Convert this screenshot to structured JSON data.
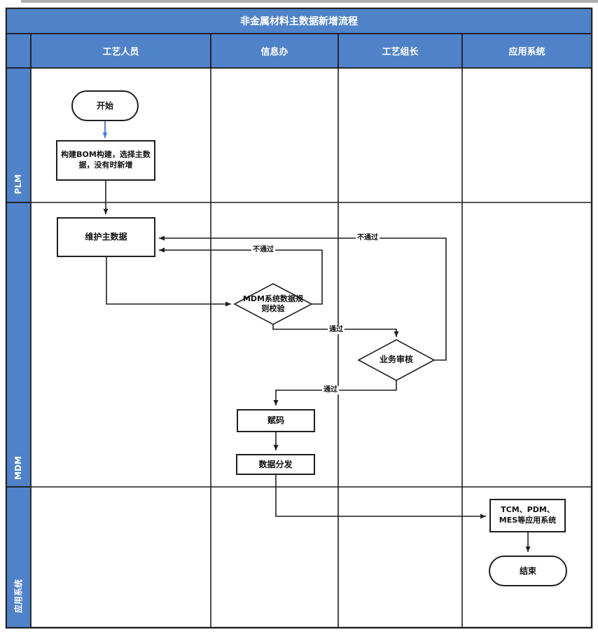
{
  "title": "非金属材料主数据新增流程",
  "header": {
    "columns": [
      {
        "label": "工艺人员"
      },
      {
        "label": "信息办"
      },
      {
        "label": "工艺组长"
      },
      {
        "label": "应用系统"
      }
    ]
  },
  "lanes": [
    {
      "label": "PLM"
    },
    {
      "label": "MDM"
    },
    {
      "label": "应用系统"
    }
  ],
  "nodes": {
    "start": "开始",
    "build_bom": "构建BOM构建，选择主数据，没有时新增",
    "maintain": "维护主数据",
    "mdm_check": "MDM系统数据规则校验",
    "biz_review": "业务审核",
    "assign_code": "赋码",
    "distribute": "数据分发",
    "app_systems": "TCM、PDM、MES等应用系统",
    "end": "结束"
  },
  "edge_labels": {
    "mdm_fail": "不通过",
    "biz_fail": "不通过",
    "mdm_pass": "通过",
    "biz_pass": "通过"
  },
  "colors": {
    "header_blue": "#4f82c8",
    "line": "#1f1f1f",
    "start_arrow": "#4a7fd4"
  }
}
